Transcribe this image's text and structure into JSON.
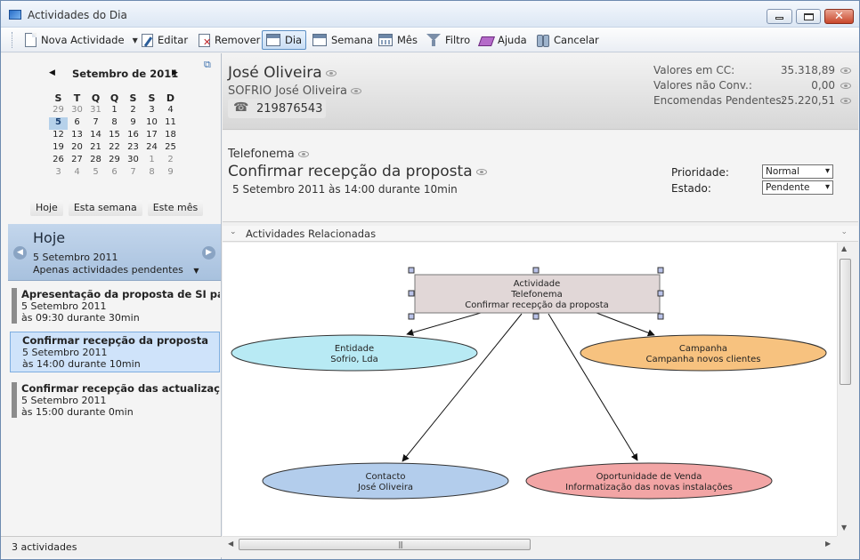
{
  "window": {
    "title": "Actividades do Dia"
  },
  "toolbar": {
    "new_activity": "Nova Actividade",
    "edit": "Editar",
    "remove": "Remover",
    "day": "Dia",
    "week": "Semana",
    "month": "Mês",
    "filter": "Filtro",
    "help": "Ajuda",
    "cancel": "Cancelar"
  },
  "calendar": {
    "month_label": "Setembro de 2011",
    "weekdays": [
      "S",
      "T",
      "Q",
      "Q",
      "S",
      "S",
      "D"
    ],
    "days": [
      [
        "29",
        "30",
        "31",
        "1",
        "2",
        "3",
        "4"
      ],
      [
        "5",
        "6",
        "7",
        "8",
        "9",
        "10",
        "11"
      ],
      [
        "12",
        "13",
        "14",
        "15",
        "16",
        "17",
        "18"
      ],
      [
        "19",
        "20",
        "21",
        "22",
        "23",
        "24",
        "25"
      ],
      [
        "26",
        "27",
        "28",
        "29",
        "30",
        "1",
        "2"
      ],
      [
        "3",
        "4",
        "5",
        "6",
        "7",
        "8",
        "9"
      ]
    ],
    "today": "5",
    "quick": {
      "today": "Hoje",
      "this_week": "Esta semana",
      "this_month": "Este mês"
    }
  },
  "today_panel": {
    "title": "Hoje",
    "date": "5 Setembro 2011",
    "filter": "Apenas actividades pendentes"
  },
  "activities": [
    {
      "title": "Apresentação da proposta de SI para...",
      "date": "5 Setembro 2011",
      "time": "às 09:30 durante 30min"
    },
    {
      "title": "Confirmar recepção da proposta",
      "date": "5 Setembro 2011",
      "time": "às 14:00 durante 10min"
    },
    {
      "title": "Confirmar recepção das actualizações",
      "date": "5 Setembro 2011",
      "time": "às 15:00 durante 0min"
    }
  ],
  "status": {
    "count": "3 actividades"
  },
  "contact": {
    "name": "José  Oliveira",
    "company": "SOFRIO José Oliveira",
    "phone": "219876543"
  },
  "finance": {
    "cc_label": "Valores em CC:",
    "cc_value": "35.318,89",
    "nconv_label": "Valores não Conv.:",
    "nconv_value": "0,00",
    "orders_label": "Encomendas Pendentes:",
    "orders_value": "25.220,51"
  },
  "activity": {
    "type": "Telefonema",
    "subject": "Confirmar recepção da proposta",
    "when": "5 Setembro 2011  às  14:00  durante  10min",
    "priority_label": "Prioridade:",
    "priority_value": "Normal",
    "state_label": "Estado:",
    "state_value": "Pendente"
  },
  "related": {
    "header": "Actividades Relacionadas",
    "center": {
      "line1": "Actividade",
      "line2": "Telefonema",
      "line3": "Confirmar recepção da proposta"
    },
    "entity": {
      "line1": "Entidade",
      "line2": "Sofrio, Lda"
    },
    "campaign": {
      "line1": "Campanha",
      "line2": "Campanha novos clientes"
    },
    "contact": {
      "line1": "Contacto",
      "line2": "José  Oliveira"
    },
    "opportunity": {
      "line1": "Oportunidade de Venda",
      "line2": "Informatização das novas instalações"
    }
  },
  "colors": {
    "entity": "#b8eaf4",
    "campaign": "#f7c27f",
    "contact": "#b3cdec",
    "opportunity": "#f2a5a5",
    "center": "#e1d7d7"
  }
}
